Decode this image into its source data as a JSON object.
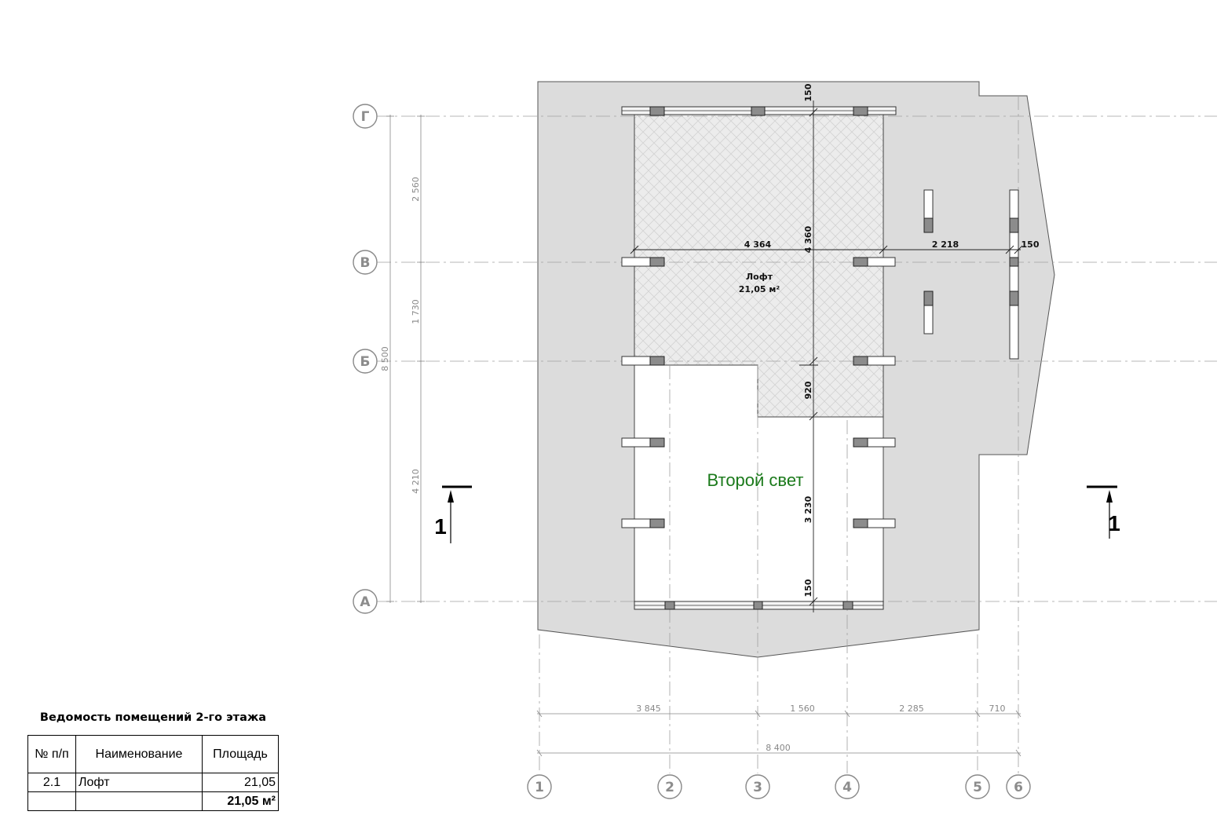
{
  "plan": {
    "axes_rows": [
      "Г",
      "В",
      "Б",
      "А"
    ],
    "axes_cols": [
      "1",
      "2",
      "3",
      "4",
      "5",
      "6"
    ],
    "left_dims": [
      "2 560",
      "1 730",
      "4 210"
    ],
    "left_total": "8 500",
    "bottom_dims": [
      "3 845",
      "1 560",
      "2 285",
      "710"
    ],
    "bottom_total": "8 400",
    "inner_dims": {
      "top_gap": "150",
      "width_loft": "4 364",
      "height_loft": "4 360",
      "right_span": "2 218",
      "right_gap": "150",
      "step": "920",
      "void_height": "3 230",
      "bottom_gap": "150"
    },
    "room_name": "Лофт",
    "room_area": "21,05 м²",
    "void_label": "Второй свет",
    "void_label_color": "#1b7a1b",
    "section_mark": "1",
    "colors": {
      "slab": "#dcdcdc",
      "floor_hatch": "#eaeaea",
      "axis": "#8c8c8c",
      "dim_gray": "#777777"
    }
  },
  "schedule": {
    "title": "Ведомость помещений 2-го этажа",
    "headers": [
      "№ п/п",
      "Наименование",
      "Площадь"
    ],
    "rows": [
      {
        "num": "2.1",
        "name": "Лофт",
        "area": "21,05"
      }
    ],
    "total": "21,05 м²"
  }
}
